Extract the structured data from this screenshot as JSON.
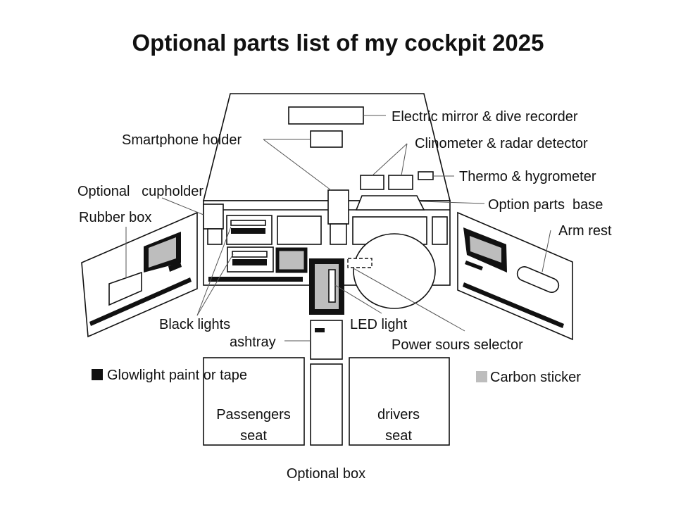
{
  "title": "Optional parts list of my cockpit 2025",
  "labels": {
    "electric_mirror": "Electric  mirror & dive recorder",
    "smartphone_holder": "Smartphone holder",
    "clinometer": "Clinometer & radar detector",
    "thermo": "Thermo & hygrometer",
    "cupholder": "Optional   cupholder",
    "option_base": "Option parts  base",
    "rubber_box": "Rubber box",
    "arm_rest": "Arm rest",
    "black_lights": "Black lights",
    "led_light": "LED light",
    "ashtray": "ashtray",
    "power_selector": "Power sours selector",
    "passengers_seat_1": "Passengers",
    "passengers_seat_2": "seat",
    "drivers_seat_1": "drivers",
    "drivers_seat_2": "seat",
    "optional_box": "Optional box"
  },
  "legend": [
    {
      "label": "Glowlight paint or tape",
      "color": "#111111"
    },
    {
      "label": "Carbon sticker",
      "color": "#bdbdbd"
    }
  ]
}
